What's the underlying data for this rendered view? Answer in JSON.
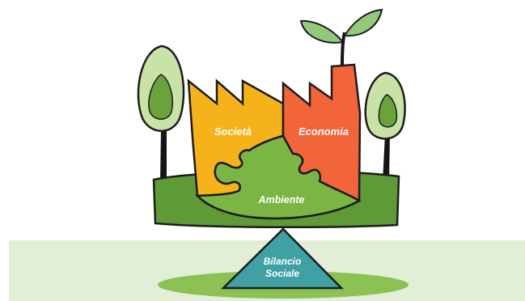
{
  "labels": {
    "society": "Società",
    "economy": "Economia",
    "environment": "Ambiente",
    "fulcrum_line1": "Bilancio",
    "fulcrum_line2": "Sociale"
  },
  "colors": {
    "band": "#e2efd6",
    "ellipse": "#8cc154",
    "ground": "#5e9b36",
    "society": "#f6b21b",
    "economy": "#f2643a",
    "environment": "#7bb544",
    "fulcrum": "#3fa1a3",
    "leaf": "#93c97a",
    "trunk": "#151515",
    "outline": "#1c1c1c"
  },
  "icons": [
    "tree-left-icon",
    "tree-right-icon",
    "sprout-icon"
  ]
}
